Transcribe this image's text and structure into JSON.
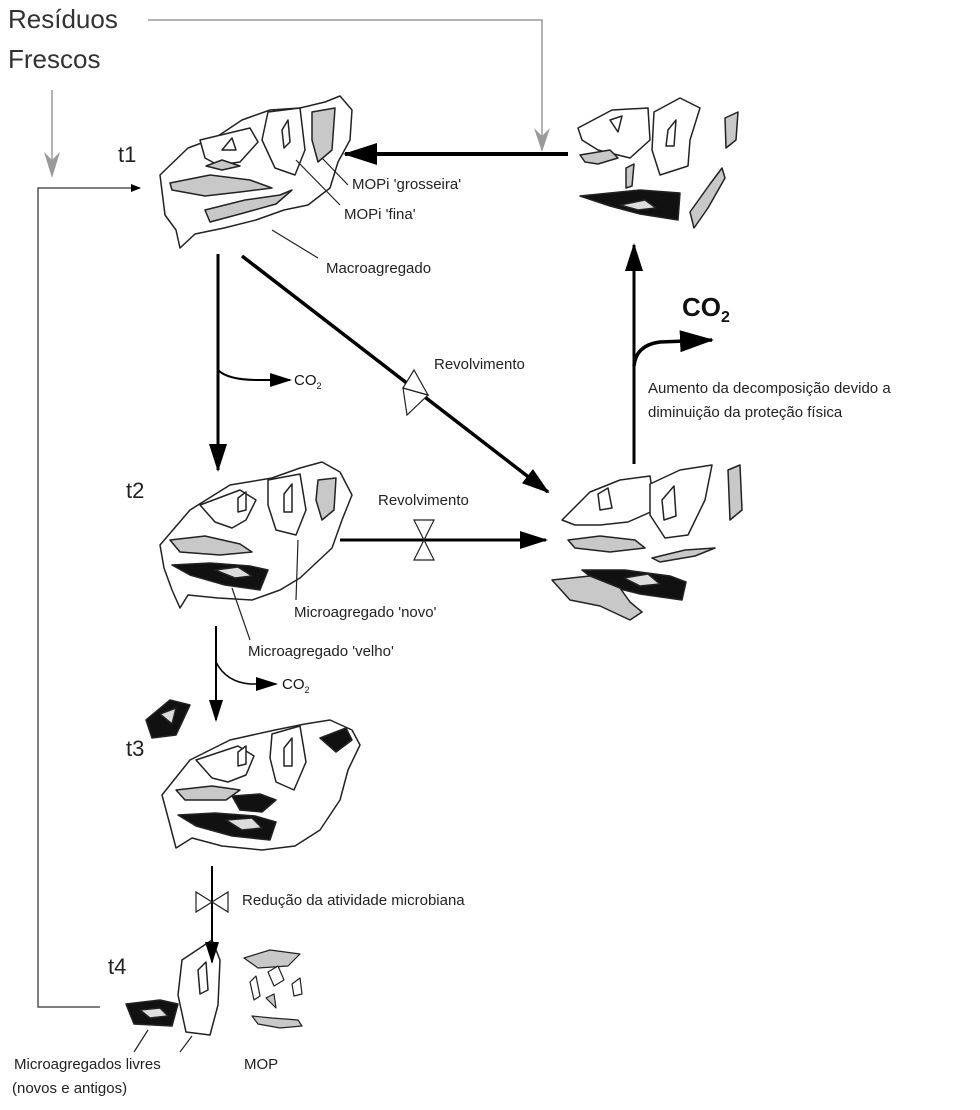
{
  "labels": {
    "residuos_line1": "Resíduos",
    "residuos_line2": "Frescos",
    "t1": "t1",
    "t2": "t2",
    "t3": "t3",
    "t4": "t4",
    "mopi_grosseira": "MOPi 'grosseira'",
    "mopi_fina": "MOPi 'fina'",
    "macroagregado": "Macroagregado",
    "revolvimento_diag": "Revolvimento",
    "revolvimento_horiz": "Revolvimento",
    "micro_novo": "Microagregado 'novo'",
    "micro_velho": "Microagregado 'velho'",
    "reducao": "Redução da atividade microbiana",
    "aumento_line1": "Aumento da decomposição devido a",
    "aumento_line2": "diminuição da proteção física",
    "micro_livres_line1": "Microagregados livres",
    "micro_livres_line2": "(novos e antigos)",
    "mop": "MOP",
    "co2_main": "CO",
    "co2_sub": "2"
  }
}
